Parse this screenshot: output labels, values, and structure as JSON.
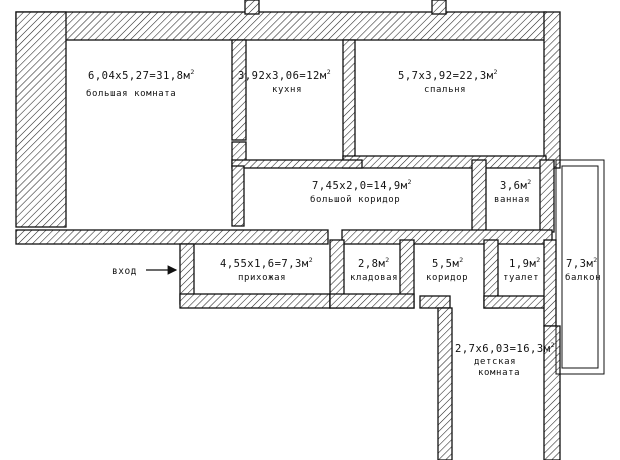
{
  "plan": {
    "entry_label": "вход",
    "area_unit": "м",
    "area_exp": "2",
    "rooms": [
      {
        "id": "living-room",
        "dims": "6,04x5,27=31,8",
        "name": "большая комната"
      },
      {
        "id": "kitchen",
        "dims": "3,92x3,06=12",
        "name": "кухня"
      },
      {
        "id": "bedroom",
        "dims": "5,7x3,92=22,3",
        "name": "спальня"
      },
      {
        "id": "main-corridor",
        "dims": "7,45x2,0=14,9",
        "name": "большой коридор"
      },
      {
        "id": "bathroom",
        "dims": "3,6",
        "name": "ванная"
      },
      {
        "id": "hallway",
        "dims": "4,55x1,6=7,3",
        "name": "прихожая"
      },
      {
        "id": "pantry",
        "dims": "2,8",
        "name": "кладовая"
      },
      {
        "id": "corridor",
        "dims": "5,5",
        "name": "коридор"
      },
      {
        "id": "toilet",
        "dims": "1,9",
        "name": "туалет"
      },
      {
        "id": "balcony",
        "dims": "7,3",
        "name": "балкон"
      },
      {
        "id": "kids-room",
        "dims": "2,7x6,03=16,3",
        "name": "детская комната"
      }
    ]
  }
}
